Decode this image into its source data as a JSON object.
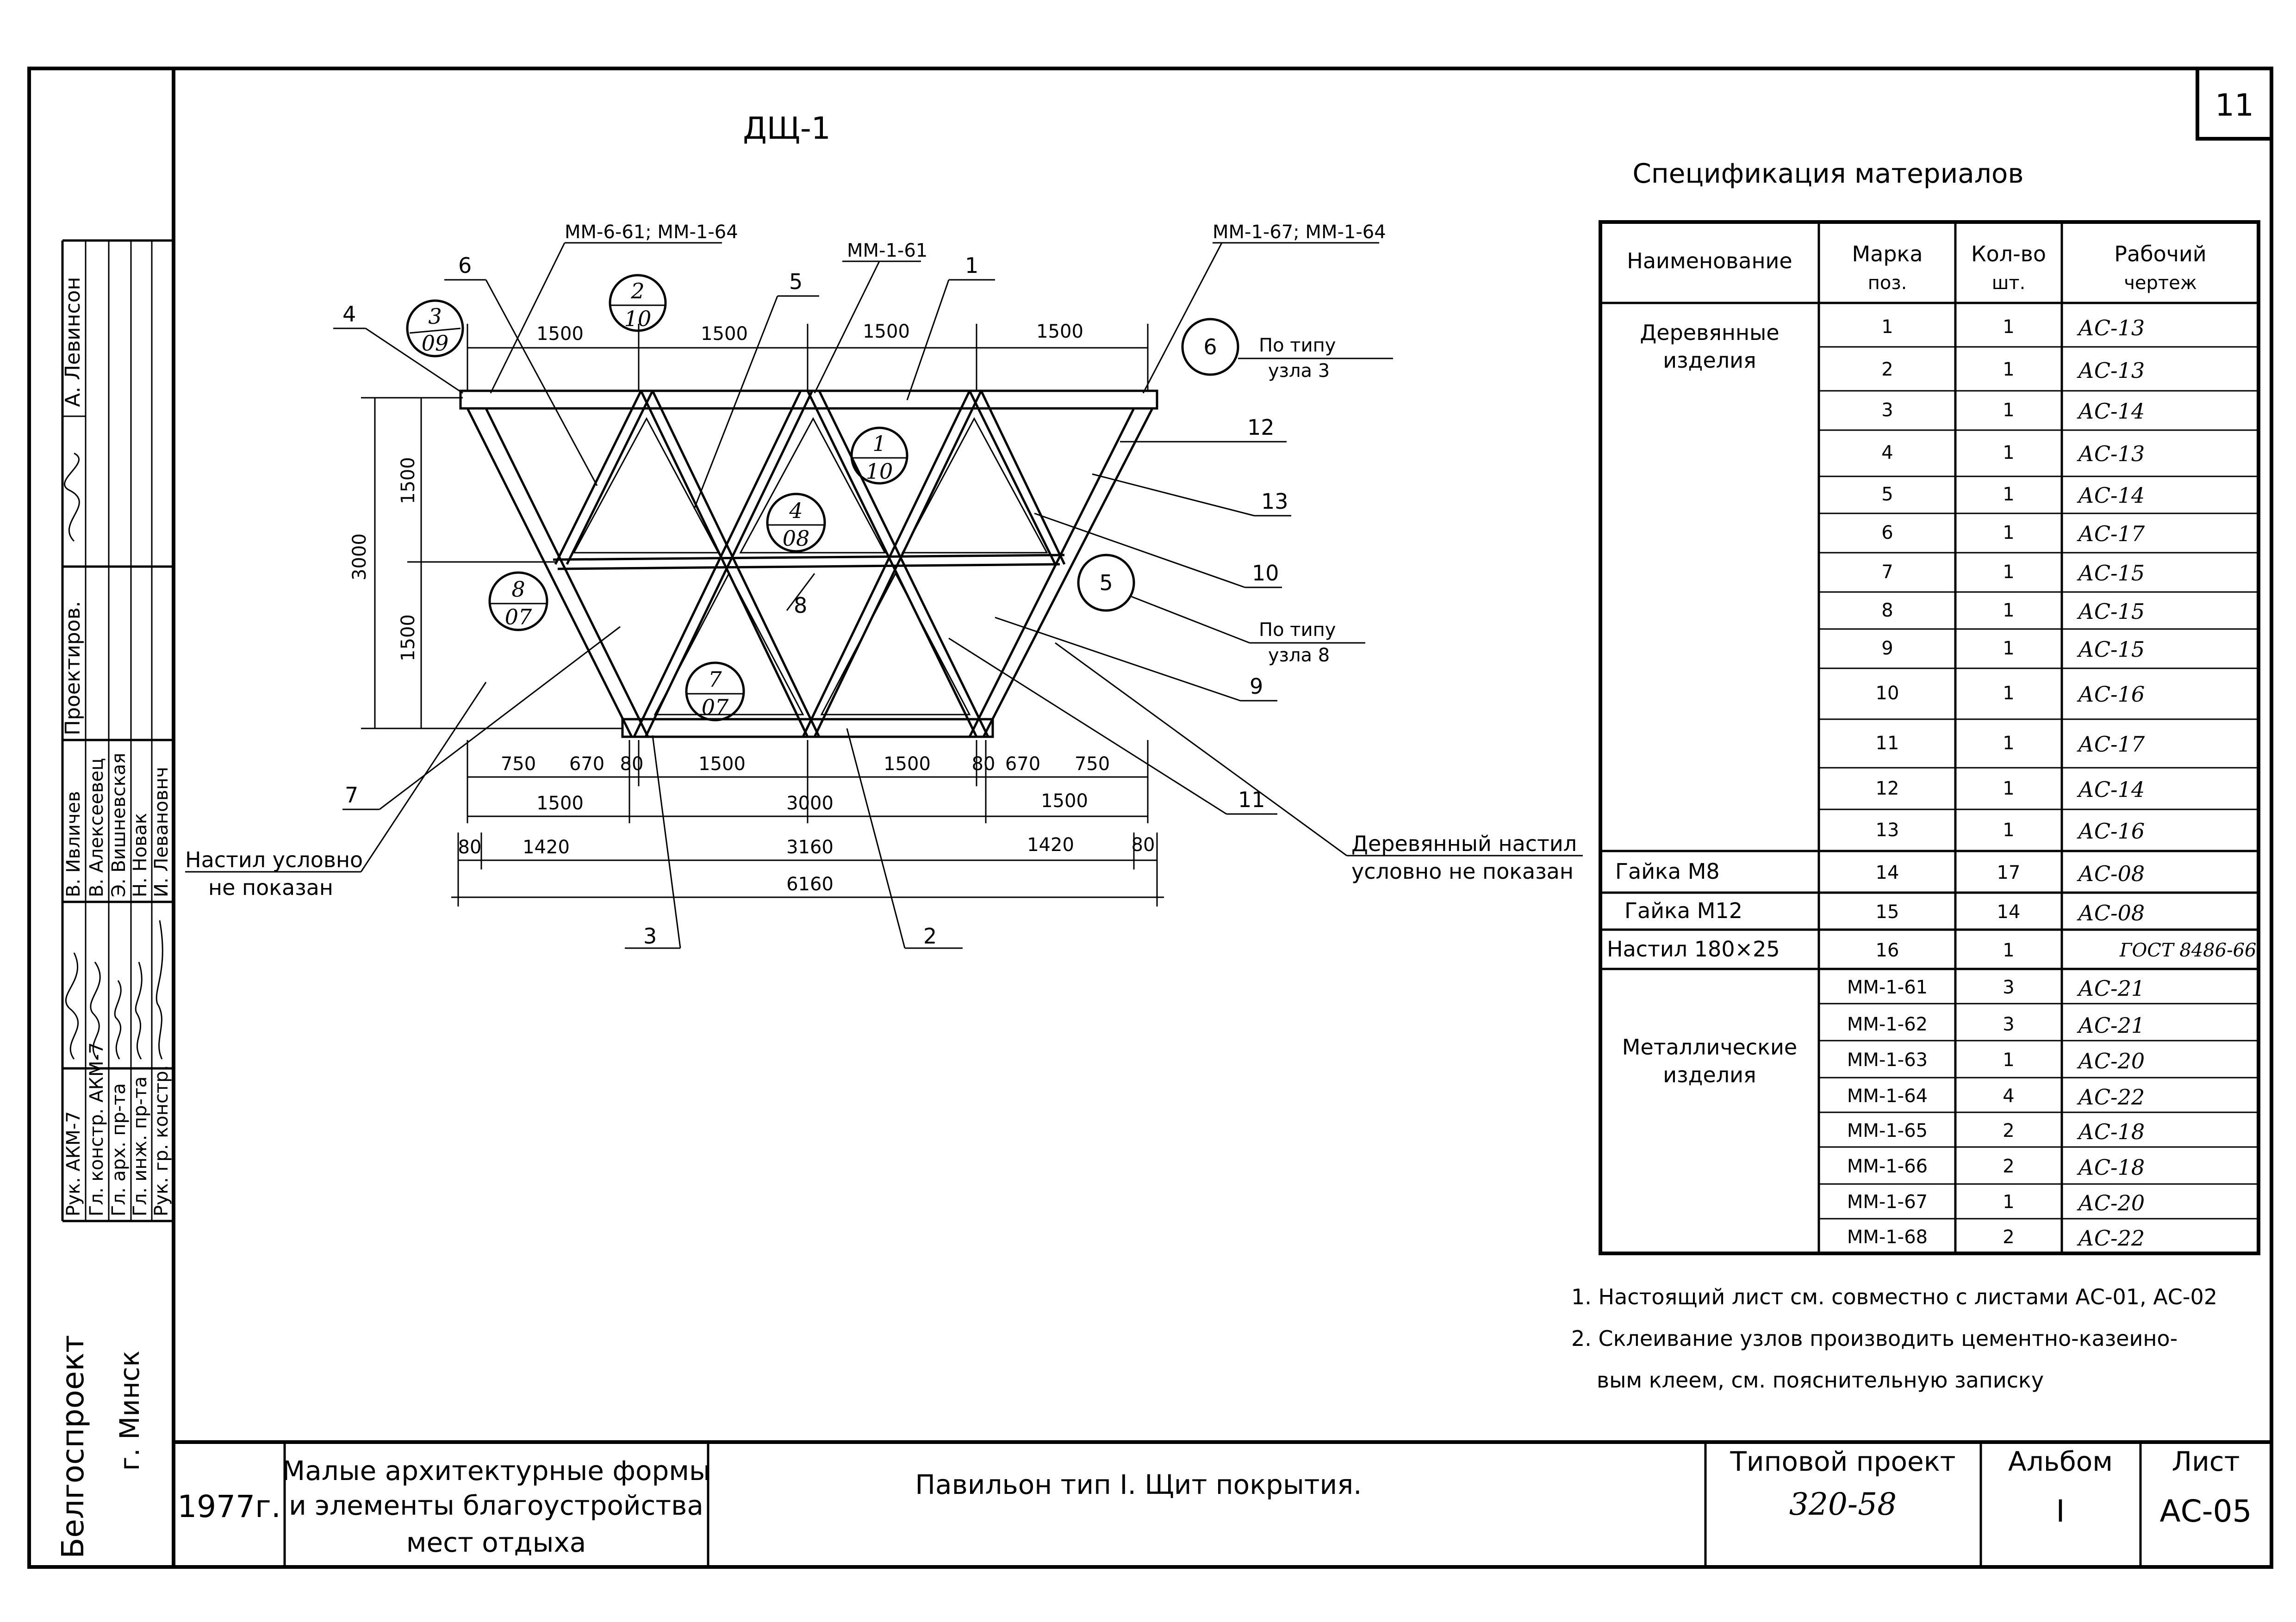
{
  "sheet_number": "11",
  "drawing": {
    "title": "ДЩ-1",
    "node_labels": {
      "top_left": "ММ-6-61; ММ-1-64",
      "top_mid": "ММ-1-61",
      "top_right": "ММ-1-67; ММ-1-64"
    },
    "nodes": [
      {
        "top": "3",
        "bottom": "09"
      },
      {
        "top": "2",
        "bottom": "10"
      },
      {
        "top": "1",
        "bottom": "10"
      },
      {
        "top": "4",
        "bottom": "08"
      },
      {
        "top": "8",
        "bottom": "07"
      },
      {
        "top": "7",
        "bottom": "07"
      },
      {
        "top": "6",
        "bottom": ""
      },
      {
        "top": "5",
        "bottom": ""
      }
    ],
    "node_notes": {
      "n6_line1": "По типу",
      "n6_line2": "узла 3",
      "n5_line1": "По типу",
      "n5_line2": "узла 8"
    },
    "positions": [
      "1",
      "2",
      "3",
      "4",
      "5",
      "6",
      "7",
      "8",
      "9",
      "10",
      "11",
      "12",
      "13"
    ],
    "dims_top": [
      "1500",
      "1500",
      "1500",
      "1500"
    ],
    "dims_vertical": {
      "total": "3000",
      "upper": "1500",
      "lower": "1500"
    },
    "dims_bottom_row1": [
      "750",
      "670",
      "80",
      "1500",
      "1500",
      "80",
      "670",
      "750"
    ],
    "dims_bottom_row2": [
      "1500",
      "3000",
      "1500"
    ],
    "dims_bottom_row3": [
      "80",
      "1420",
      "3160",
      "1420",
      "80"
    ],
    "dims_bottom_total": "6160",
    "note_left_line1": "Настил условно",
    "note_left_line2": "не показан",
    "note_right_line1": "Деревянный настил",
    "note_right_line2": "условно не показан"
  },
  "spec": {
    "title": "Спецификация материалов",
    "headers": {
      "name": "Наименование",
      "mark1": "Марка",
      "mark2": "поз.",
      "qty1": "Кол-во",
      "qty2": "шт.",
      "draw1": "Рабочий",
      "draw2": "чертеж"
    },
    "group_wood_1": "Деревянные",
    "group_wood_2": "изделия",
    "group_metal_1": "Металлические",
    "group_metal_2": "изделия",
    "rows": [
      {
        "name": "",
        "mark": "1",
        "qty": "1",
        "drawing": "АС-13"
      },
      {
        "name": "",
        "mark": "2",
        "qty": "1",
        "drawing": "АС-13"
      },
      {
        "name": "",
        "mark": "3",
        "qty": "1",
        "drawing": "АС-14"
      },
      {
        "name": "",
        "mark": "4",
        "qty": "1",
        "drawing": "АС-13"
      },
      {
        "name": "",
        "mark": "5",
        "qty": "1",
        "drawing": "АС-14"
      },
      {
        "name": "",
        "mark": "6",
        "qty": "1",
        "drawing": "АС-17"
      },
      {
        "name": "",
        "mark": "7",
        "qty": "1",
        "drawing": "АС-15"
      },
      {
        "name": "",
        "mark": "8",
        "qty": "1",
        "drawing": "АС-15"
      },
      {
        "name": "",
        "mark": "9",
        "qty": "1",
        "drawing": "АС-15"
      },
      {
        "name": "",
        "mark": "10",
        "qty": "1",
        "drawing": "АС-16"
      },
      {
        "name": "",
        "mark": "11",
        "qty": "1",
        "drawing": "АС-17"
      },
      {
        "name": "",
        "mark": "12",
        "qty": "1",
        "drawing": "АС-14"
      },
      {
        "name": "",
        "mark": "13",
        "qty": "1",
        "drawing": "АС-16"
      },
      {
        "name": "Гайка М8",
        "mark": "14",
        "qty": "17",
        "drawing": "АС-08"
      },
      {
        "name": "Гайка М12",
        "mark": "15",
        "qty": "14",
        "drawing": "АС-08"
      },
      {
        "name": "Настил 180×25",
        "mark": "16",
        "qty": "1",
        "drawing": "ГОСТ 8486-66"
      },
      {
        "name": "",
        "mark": "ММ-1-61",
        "qty": "3",
        "drawing": "АС-21"
      },
      {
        "name": "",
        "mark": "ММ-1-62",
        "qty": "3",
        "drawing": "АС-21"
      },
      {
        "name": "",
        "mark": "ММ-1-63",
        "qty": "1",
        "drawing": "АС-20"
      },
      {
        "name": "",
        "mark": "ММ-1-64",
        "qty": "4",
        "drawing": "АС-22"
      },
      {
        "name": "",
        "mark": "ММ-1-65",
        "qty": "2",
        "drawing": "АС-18"
      },
      {
        "name": "",
        "mark": "ММ-1-66",
        "qty": "2",
        "drawing": "АС-18"
      },
      {
        "name": "",
        "mark": "ММ-1-67",
        "qty": "1",
        "drawing": "АС-20"
      },
      {
        "name": "",
        "mark": "ММ-1-68",
        "qty": "2",
        "drawing": "АС-22"
      }
    ]
  },
  "notes": {
    "n1": "1. Настоящий лист см. совместно с листами АС-01, АС-02",
    "n2a": "2. Склеивание узлов производить цементно-казеино-",
    "n2b": "вым клеем, см. пояснительную записку"
  },
  "stamp": {
    "org": "Белгоспроект",
    "city": "г. Минск",
    "designed": "Проектиров.",
    "roles": [
      "Рук. АКМ-7",
      "Гл. констр. АКМ-7",
      "Гл. арх. пр-та",
      "Гл. инж. пр-та",
      "Рук. гр. констр."
    ],
    "names": [
      "В. Ивличев",
      "В. Алексеевец",
      "Э. Вишневская",
      "Н. Новак",
      "И. Левановнч"
    ],
    "top_name": "А. Левинсон",
    "year": "1977г.",
    "series_1": "Малые архитектурные формы",
    "series_2": "и элементы благоустройства",
    "series_3": "мест отдыха",
    "sheet_title": "Павильон тип I. Щит покрытия.",
    "project_label": "Типовой проект",
    "project_value": "320-58",
    "album_label": "Альбом",
    "album_value": "I",
    "sheet_label": "Лист",
    "sheet_value": "АС-05"
  }
}
